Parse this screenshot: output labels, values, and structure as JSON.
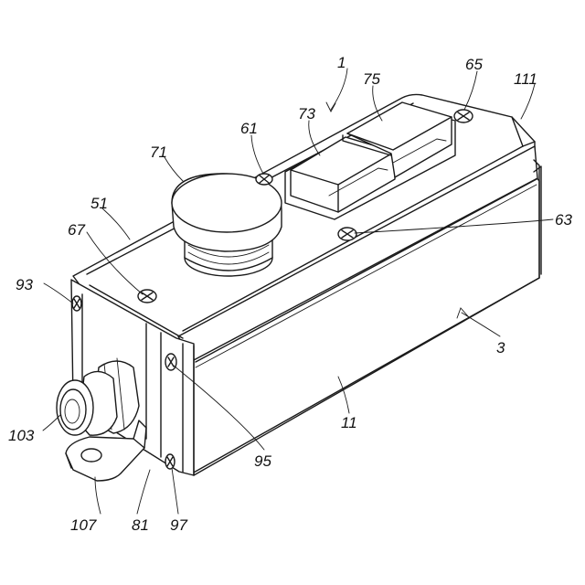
{
  "colors": {
    "line": "#1a1a1a",
    "background": "#ffffff"
  },
  "labels": [
    {
      "id": "ref-1",
      "text": "1"
    },
    {
      "id": "ref-75",
      "text": "75"
    },
    {
      "id": "ref-65",
      "text": "65"
    },
    {
      "id": "ref-111",
      "text": "111"
    },
    {
      "id": "ref-73",
      "text": "73"
    },
    {
      "id": "ref-61",
      "text": "61"
    },
    {
      "id": "ref-71",
      "text": "71"
    },
    {
      "id": "ref-51",
      "text": "51"
    },
    {
      "id": "ref-67",
      "text": "67"
    },
    {
      "id": "ref-63",
      "text": "63"
    },
    {
      "id": "ref-93",
      "text": "93"
    },
    {
      "id": "ref-3",
      "text": "3"
    },
    {
      "id": "ref-11",
      "text": "11"
    },
    {
      "id": "ref-103",
      "text": "103"
    },
    {
      "id": "ref-95",
      "text": "95"
    },
    {
      "id": "ref-107",
      "text": "107"
    },
    {
      "id": "ref-81",
      "text": "81"
    },
    {
      "id": "ref-97",
      "text": "97"
    }
  ]
}
